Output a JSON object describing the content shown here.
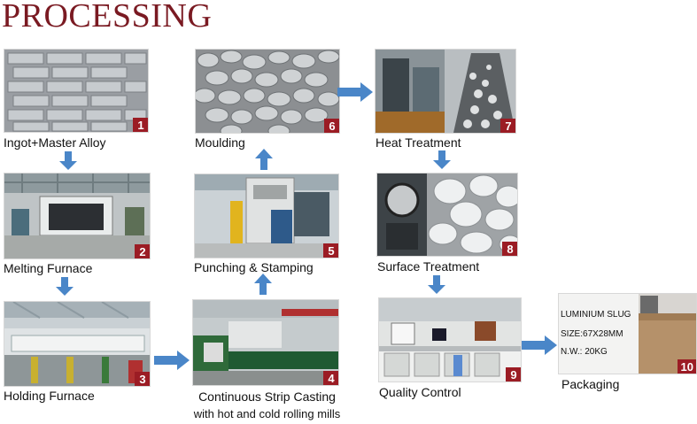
{
  "title": "PROCESSING",
  "steps": [
    {
      "num": "1",
      "label": "Ingot+Master Alloy"
    },
    {
      "num": "2",
      "label": "Melting Furnace"
    },
    {
      "num": "3",
      "label": "Holding Furnace"
    },
    {
      "num": "4",
      "label_line1": "Continuous Strip Casting",
      "label_line2": "with hot and cold rolling mills"
    },
    {
      "num": "5",
      "label": "Punching & Stamping"
    },
    {
      "num": "6",
      "label": "Moulding"
    },
    {
      "num": "7",
      "label": "Heat Treatment"
    },
    {
      "num": "8",
      "label": "Surface Treatment"
    },
    {
      "num": "9",
      "label": "Quality Control"
    },
    {
      "num": "10",
      "label": "Packaging"
    }
  ],
  "packaging_box_text": [
    "LUMINIUM SLUG",
    "SIZE:67X28MM",
    "N.W.: 20KG"
  ],
  "colors": {
    "title": "#7a1a22",
    "badge": "#9b1c24",
    "arrow": "#4a86c8"
  }
}
